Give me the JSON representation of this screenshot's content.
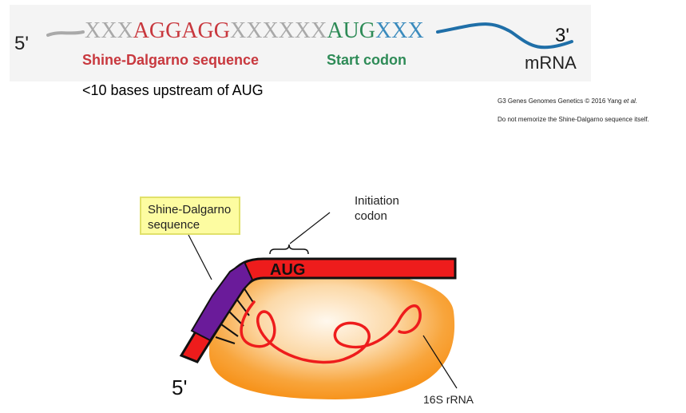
{
  "top_diagram": {
    "five_prime": "5'",
    "three_prime": "3'",
    "mrna_label": "mRNA",
    "sequence": [
      {
        "text": "XXX",
        "color": "#a9a9a9"
      },
      {
        "text": "AGGAGG",
        "color": "#c8383e"
      },
      {
        "text": "XXXXXX",
        "color": "#a9a9a9"
      },
      {
        "text": "AUG",
        "color": "#2e8b57"
      },
      {
        "text": "XXX",
        "color": "#3b8bbd"
      }
    ],
    "sd_label": "Shine-Dalgarno sequence",
    "start_label": "Start codon",
    "upstream_note": "<10 bases upstream of AUG"
  },
  "credit": {
    "prefix": "G3 Genes Genomes Genetics © 2016 Yang ",
    "italic": "et al.",
    "note": "Do not memorize the Shine-Dalgarno sequence itself."
  },
  "bottom_diagram": {
    "callout_label": "Shine-Dalgarno sequence",
    "initiation_label": "Initiation codon",
    "aug_label": "AUG",
    "rrna_label": "16S rRNA",
    "five_prime": "5'"
  },
  "colors": {
    "sd_red": "#c8383e",
    "start_green": "#2e8b57",
    "mrna_blue": "#1f6fa8",
    "mrna_gray": "#a9a9a9",
    "strand_red": "#ee1c1c",
    "sd_purple": "#6a1b9a",
    "ribosome_orange": "#f7941d",
    "callout_yellow": "#fdfca1"
  }
}
